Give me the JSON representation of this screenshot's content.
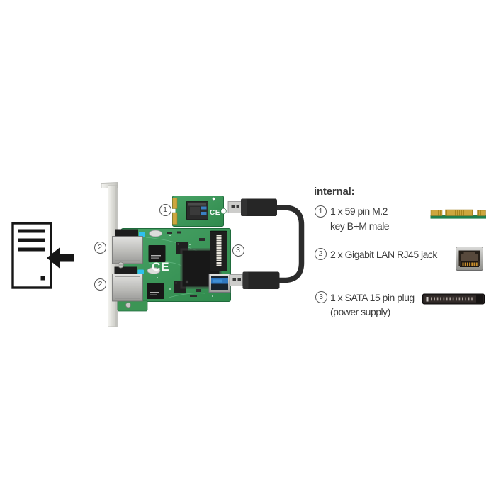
{
  "figure": {
    "type": "annotated product diagram of M.2 to 2x Gigabit LAN adapter card",
    "callouts": [
      {
        "number": "1",
        "target": "m2-module"
      },
      {
        "number": "2",
        "target": "lan-port-top"
      },
      {
        "number": "2",
        "target": "lan-port-bottom"
      },
      {
        "number": "3",
        "target": "sata-power-plug"
      }
    ],
    "pcb_silkscreen": {
      "card_ce_mark": "CE",
      "module_ce_mark": "CE"
    },
    "icons": [
      "install-into-pc-icon",
      "pci-bracket",
      "usb-cable"
    ]
  },
  "legend": {
    "title": "internal:",
    "items": [
      {
        "number": "1",
        "lines": [
          "1 x 59 pin M.2",
          "key B+M male"
        ],
        "icon": "m2-key-bm-edge-connector-icon"
      },
      {
        "number": "2",
        "lines": [
          "2 x Gigabit LAN RJ45 jack"
        ],
        "icon": "rj45-jack-icon"
      },
      {
        "number": "3",
        "lines": [
          "1 x SATA 15 pin plug",
          "(power supply)"
        ],
        "icon": "sata-15-pin-plug-icon"
      }
    ]
  },
  "colors": {
    "background": "#ffffff",
    "text": "#3d3d3d",
    "callout_border": "#575757",
    "pcb_green": "#3b9558",
    "pcb_dark_green": "#1f6b3c",
    "gold_fingers": "#c9a23a",
    "cable_black": "#2a2a2a",
    "metal_silver": "#c9c9c7",
    "usb3_blue": "#2f77c0",
    "led_cyan": "#2fc0ee",
    "icon_black": "#161616"
  }
}
